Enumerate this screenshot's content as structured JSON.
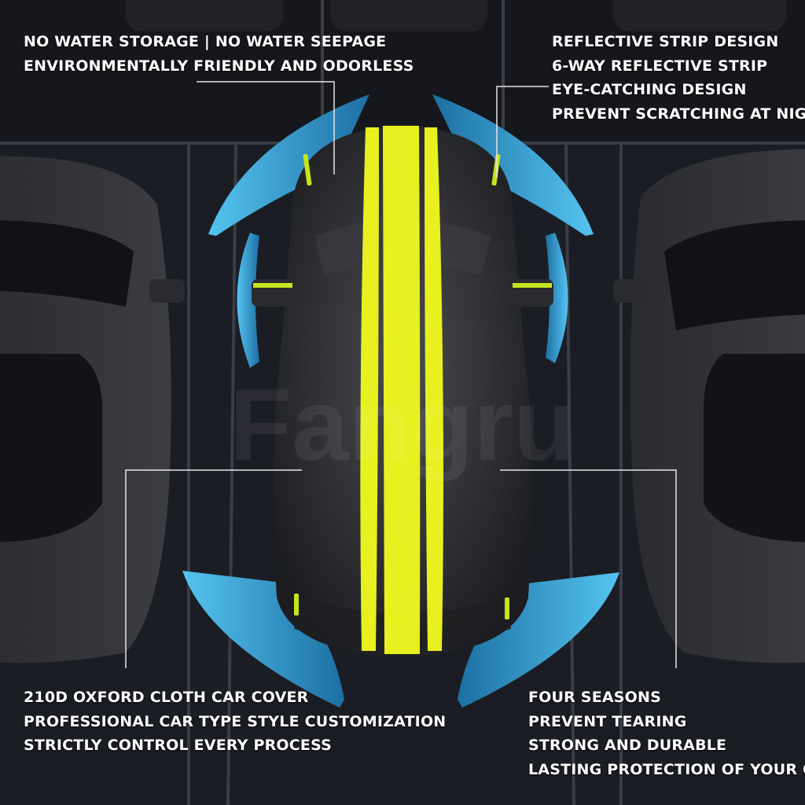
{
  "captions": {
    "top_left": [
      "NO WATER STORAGE | NO WATER SEEPAGE",
      "ENVIRONMENTALLY FRIENDLY AND ODORLESS"
    ],
    "top_right": [
      "REFLECTIVE STRIP DESIGN",
      "6-WAY REFLECTIVE STRIP",
      "EYE-CATCHING DESIGN",
      "PREVENT SCRATCHING AT NIGHT"
    ],
    "bottom_left": [
      "210D OXFORD CLOTH CAR COVER",
      "PROFESSIONAL CAR TYPE STYLE CUSTOMIZATION",
      "STRICTLY CONTROL EVERY PROCESS"
    ],
    "bottom_right": [
      "FOUR SEASONS",
      "PREVENT TEARING",
      "STRONG AND DURABLE",
      "LASTING PROTECTION OF YOUR CAR"
    ]
  },
  "watermark": "Fangru",
  "colors": {
    "stripe": "#e8f020",
    "arc": "#3fb3e6",
    "cover": "#2e2f33",
    "background": "#1a1c22"
  }
}
